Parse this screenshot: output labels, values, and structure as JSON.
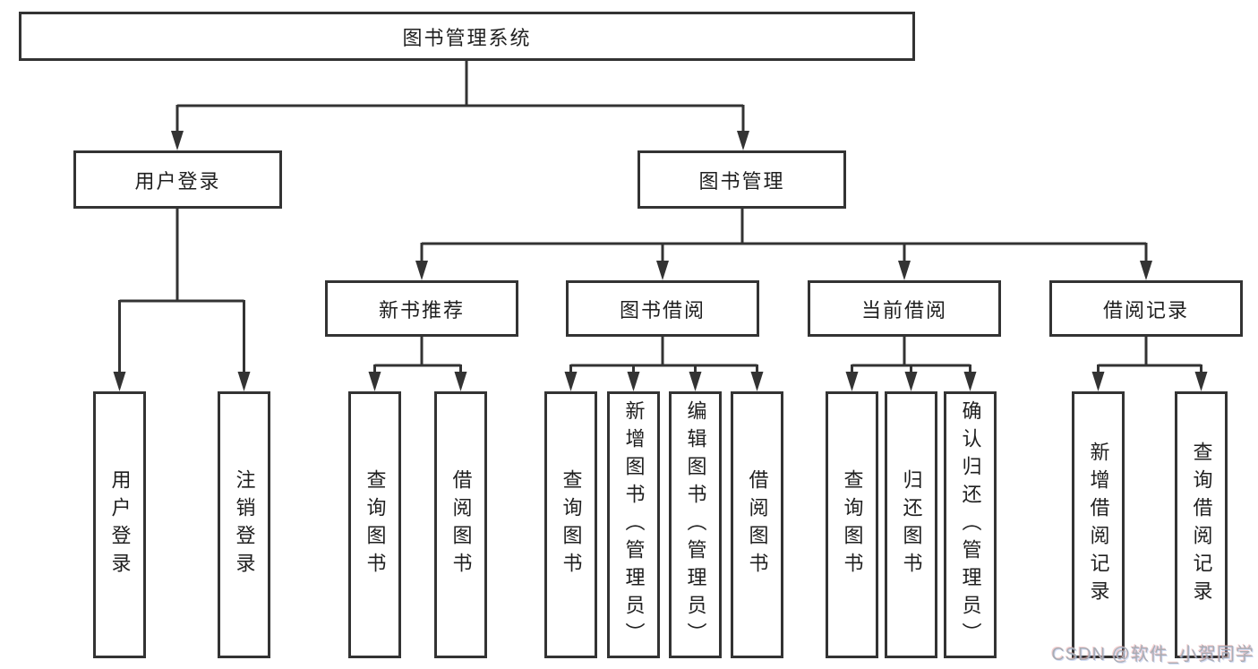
{
  "diagram": {
    "root": {
      "label": "图书管理系统"
    },
    "level2": [
      {
        "label": "用户登录"
      },
      {
        "label": "图书管理"
      }
    ],
    "level3": [
      {
        "label": "新书推荐"
      },
      {
        "label": "图书借阅"
      },
      {
        "label": "当前借阅"
      },
      {
        "label": "借阅记录"
      }
    ],
    "level4": {
      "user_login": [
        {
          "label": "用户登录"
        },
        {
          "label": "注销登录"
        }
      ],
      "new_book": [
        {
          "label": "查询图书"
        },
        {
          "label": "借阅图书"
        }
      ],
      "book_borrow": [
        {
          "label": "查询图书"
        },
        {
          "label": "新增图书（管理员）"
        },
        {
          "label": "编辑图书（管理员）"
        },
        {
          "label": "借阅图书"
        }
      ],
      "current_borrow": [
        {
          "label": "查询图书"
        },
        {
          "label": "归还图书"
        },
        {
          "label": "确认归还（管理员）"
        }
      ],
      "borrow_record": [
        {
          "label": "新增借阅记录"
        },
        {
          "label": "查询借阅记录"
        }
      ]
    }
  },
  "watermark": {
    "text": "CSDN @软件_小贺同学"
  },
  "colors": {
    "line": "#333333",
    "text": "#1f1f1f",
    "watermark_gray": "#a8adb5"
  }
}
